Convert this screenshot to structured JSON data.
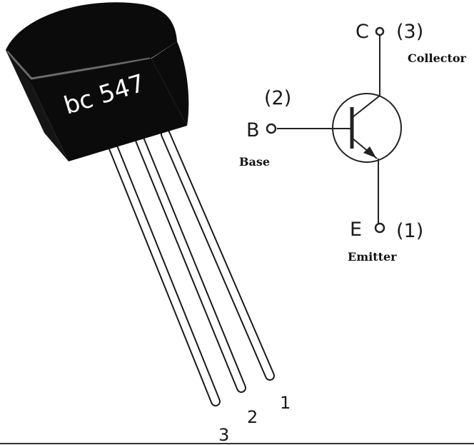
{
  "component": {
    "marking": "bc 547",
    "pin_numbers": {
      "pin1": "1",
      "pin2": "2",
      "pin3": "3"
    }
  },
  "symbol": {
    "collector": {
      "letter": "C",
      "pin": "(3)",
      "name": "Collector"
    },
    "base": {
      "letter": "B",
      "pin": "(2)",
      "name": "Base"
    },
    "emitter": {
      "letter": "E",
      "pin": "(1)",
      "name": "Emitter"
    }
  },
  "colors": {
    "body": "#0b0b0b",
    "body_edge": "#5a5a5a",
    "lead_outline": "#1a1a1a",
    "lead_fill": "#ffffff",
    "symbol_line": "#222222"
  }
}
